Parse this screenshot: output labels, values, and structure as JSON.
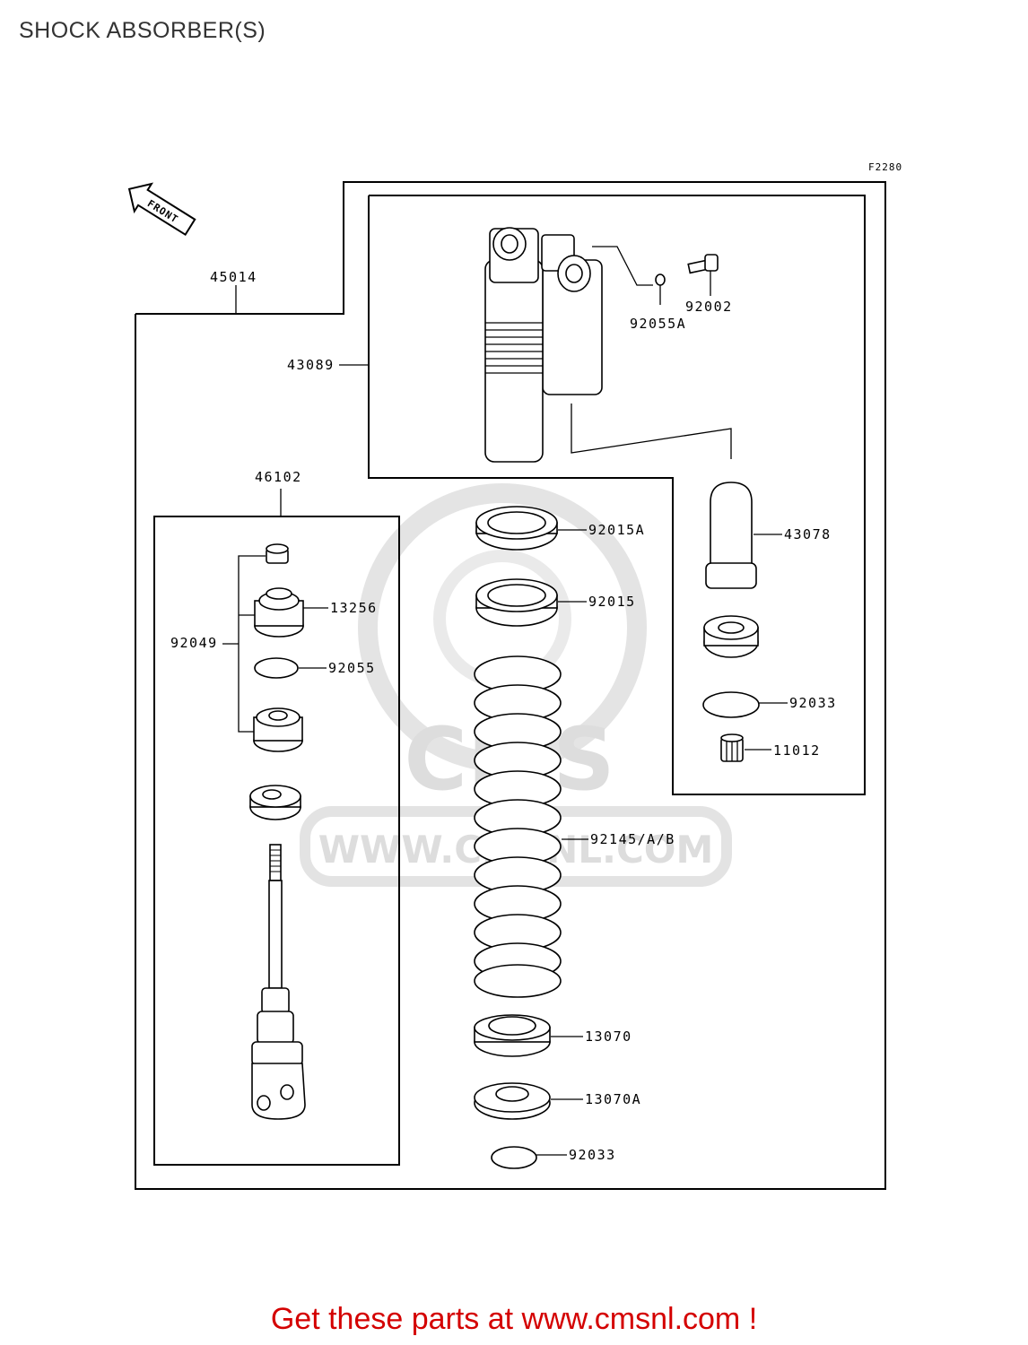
{
  "title": "SHOCK ABSORBER(S)",
  "figure_code": "F2280",
  "front_label": "FRONT",
  "watermark": {
    "logo_text": "CMS",
    "url_text": "WWW.CMSNL.COM"
  },
  "parts": {
    "assembly": "45014",
    "body": "43089",
    "bolt": "92002",
    "oring_a": "92055A",
    "ring_nut_a": "92015A",
    "ring_nut": "92015",
    "bladder": "43078",
    "circlip_top": "92033",
    "bearing": "11012",
    "rod_kit": "46102",
    "oil_seal": "13256",
    "seal_kit": "92049",
    "oring": "92055",
    "spring": "92145/A/B",
    "spring_guide": "13070",
    "spring_guide_a": "13070A",
    "circlip_bottom": "92033"
  },
  "footer": "Get these parts at www.cmsnl.com !"
}
